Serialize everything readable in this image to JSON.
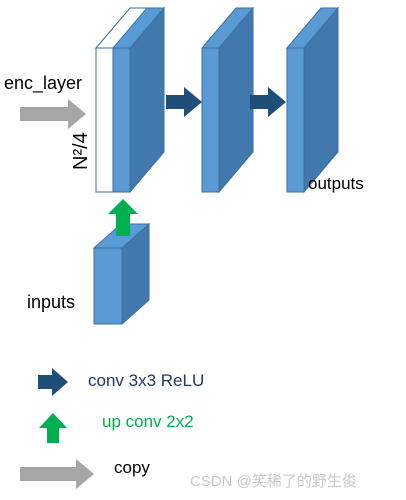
{
  "labels": {
    "enc_layer": "enc_layer",
    "n_dim": "N²/4",
    "outputs": "outputs",
    "inputs": "inputs"
  },
  "legend": {
    "conv": "conv 3x3 ReLU",
    "up_conv": "up conv 2x2",
    "copy": "copy"
  },
  "watermark": "CSDN @笑稀了的野生俊",
  "colors": {
    "block_front": "#5b9bd5",
    "block_side": "#4178ad",
    "block_edge": "#3d6fa3",
    "conv_arrow": "#1f4e79",
    "up_arrow": "#00b050",
    "copy_arrow": "#a6a6a6"
  }
}
